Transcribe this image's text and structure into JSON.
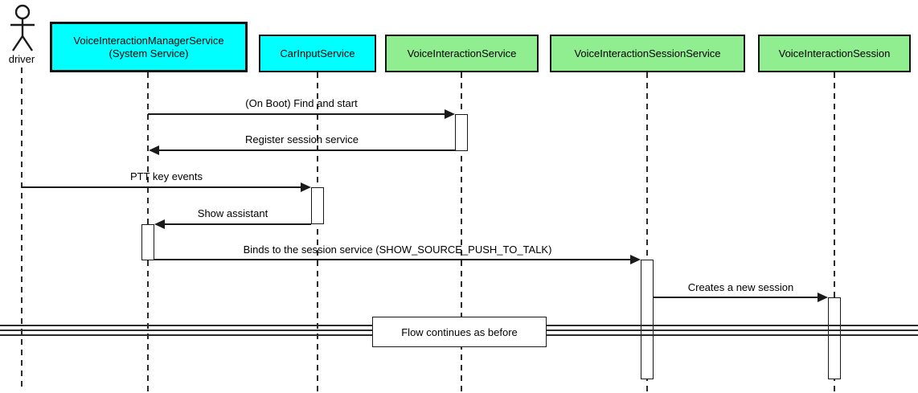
{
  "diagram": {
    "type": "uml-sequence",
    "actor": {
      "label": "driver"
    },
    "participants": [
      {
        "label": "VoiceInteractionManagerService\n(System Service)",
        "fill": "#00FFFF"
      },
      {
        "label": "CarInputService",
        "fill": "#00FFFF"
      },
      {
        "label": "VoiceInteractionService",
        "fill": "#90EE90"
      },
      {
        "label": "VoiceInteractionSessionService",
        "fill": "#90EE90"
      },
      {
        "label": "VoiceInteractionSession",
        "fill": "#90EE90"
      }
    ],
    "messages": [
      {
        "label": "(On Boot) Find and start",
        "from": "VoiceInteractionManagerService",
        "to": "VoiceInteractionService"
      },
      {
        "label": "Register session service",
        "from": "VoiceInteractionService",
        "to": "VoiceInteractionManagerService"
      },
      {
        "label": "PTT key events",
        "from": "driver",
        "to": "CarInputService"
      },
      {
        "label": "Show assistant",
        "from": "CarInputService",
        "to": "VoiceInteractionManagerService"
      },
      {
        "label": "Binds to the session service (SHOW_SOURCE_PUSH_TO_TALK)",
        "from": "VoiceInteractionManagerService",
        "to": "VoiceInteractionSessionService"
      },
      {
        "label": "Creates a new session",
        "from": "VoiceInteractionSessionService",
        "to": "VoiceInteractionSession"
      }
    ],
    "divider": {
      "label": "Flow continues as before"
    },
    "colors": {
      "cyan": "#00FFFF",
      "green": "#90EE90",
      "line": "#1a1a1a"
    }
  }
}
